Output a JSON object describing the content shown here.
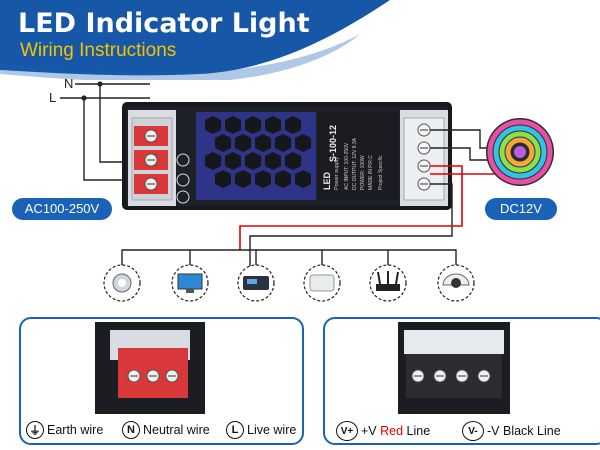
{
  "header": {
    "title": "LED Indicator Light",
    "subtitle": "Wiring Instructions"
  },
  "wires": {
    "neutral_label": "N",
    "live_label": "L"
  },
  "badges": {
    "input_voltage": "AC100-250V",
    "output_voltage": "DC12V"
  },
  "power_supply": {
    "brand_lines": [
      "LED",
      "Power supply"
    ],
    "model": "S-100-12",
    "specs": [
      "AC INPUT: 100-250V",
      "DC OUTPUT: 12V 8.3A",
      "POWER: 100W",
      "MADE IN P.R.C"
    ],
    "project": "Project Specific"
  },
  "devices": [
    "led-spotlight",
    "monitor",
    "router-box",
    "access-point",
    "wifi-router",
    "security-camera"
  ],
  "left_panel": {
    "legend": [
      {
        "symbol": "⏚",
        "text": "Earth wire"
      },
      {
        "symbol": "N",
        "text": "Neutral wire"
      },
      {
        "symbol": "L",
        "text": "Live wire"
      }
    ]
  },
  "right_panel": {
    "legend": [
      {
        "symbol": "V+",
        "prefix": "+V ",
        "highlight": "Red",
        "suffix": " Line"
      },
      {
        "symbol": "V-",
        "prefix": "-V ",
        "highlight": "",
        "suffix": "Black Line"
      }
    ]
  },
  "colors": {
    "brand_blue": "#1a62b8",
    "subtitle_yellow": "#f5c400",
    "positive_wire": "#e00000",
    "terminal_red": "#d8383a"
  }
}
